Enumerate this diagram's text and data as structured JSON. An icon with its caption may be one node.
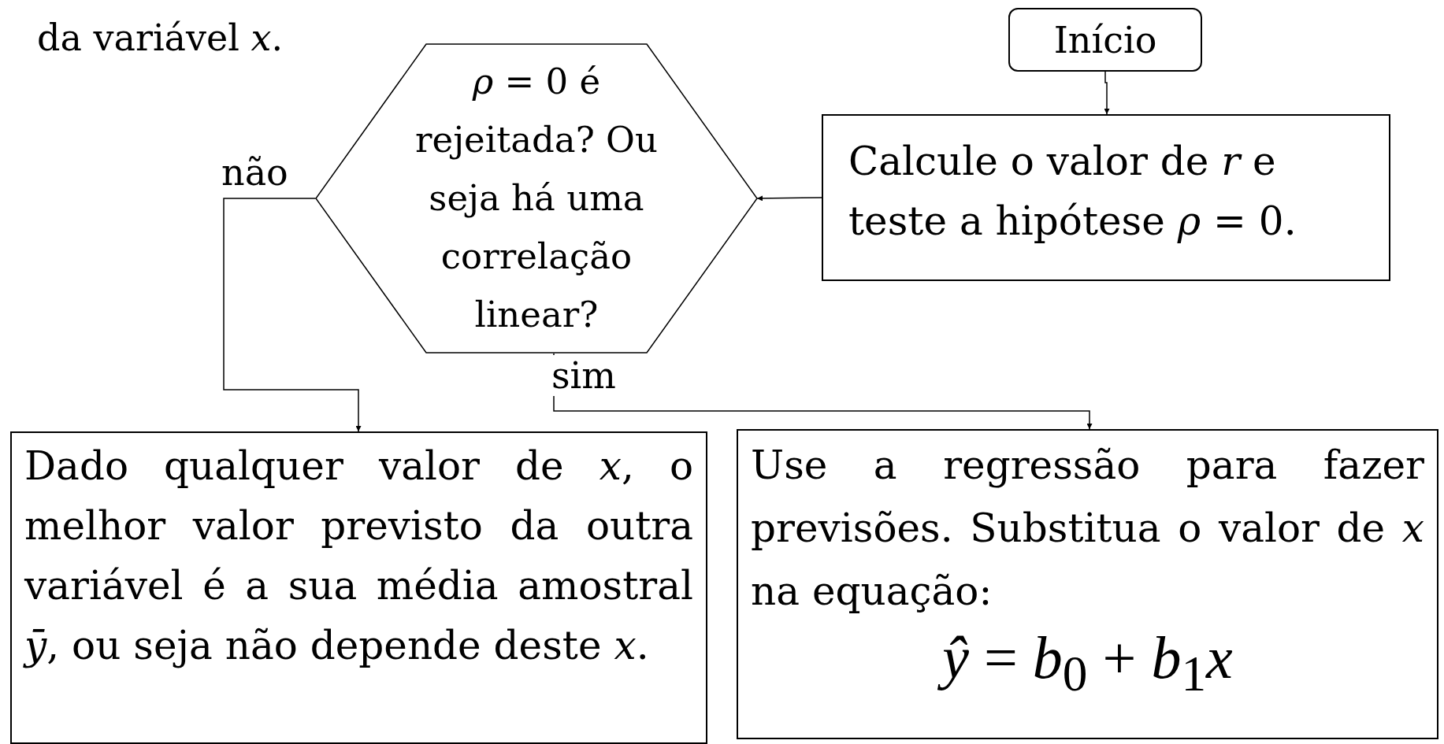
{
  "diagram": {
    "nodes": [
      {
        "text": [
          "Início"
        ]
      },
      {
        "text": [
          "Calcule o valor de *r* e teste a hipótese *ρ* = 0."
        ]
      },
      {
        "text": [
          "*ρ* = 0 é rejeitada? Ou seja há uma correlação linear?"
        ]
      },
      {
        "text": [
          "Dado qualquer valor de *x*, o melhor valor previsto da outra variável é a sua média amostral *ȳ*, ou seja não depende deste *x*."
        ]
      },
      {
        "text": [
          "Use a regressão para fazer previsões. Substitua o valor de *x* na equação:",
          "*ŷ* = *b*$_{0}$ + *b*$_{1}$*x*"
        ]
      }
    ],
    "edges": [
      {
        "from": 0,
        "to": 1,
        "arrow": "to"
      },
      {
        "from": 1,
        "to": 2,
        "arrow": "to"
      },
      {
        "from": 2,
        "to": 3,
        "arrow": "to",
        "label": "não"
      },
      {
        "from": 2,
        "to": 4,
        "arrow": "to",
        "label": "sim"
      }
    ],
    "labels": [
      "da variável *x*."
    ]
  }
}
